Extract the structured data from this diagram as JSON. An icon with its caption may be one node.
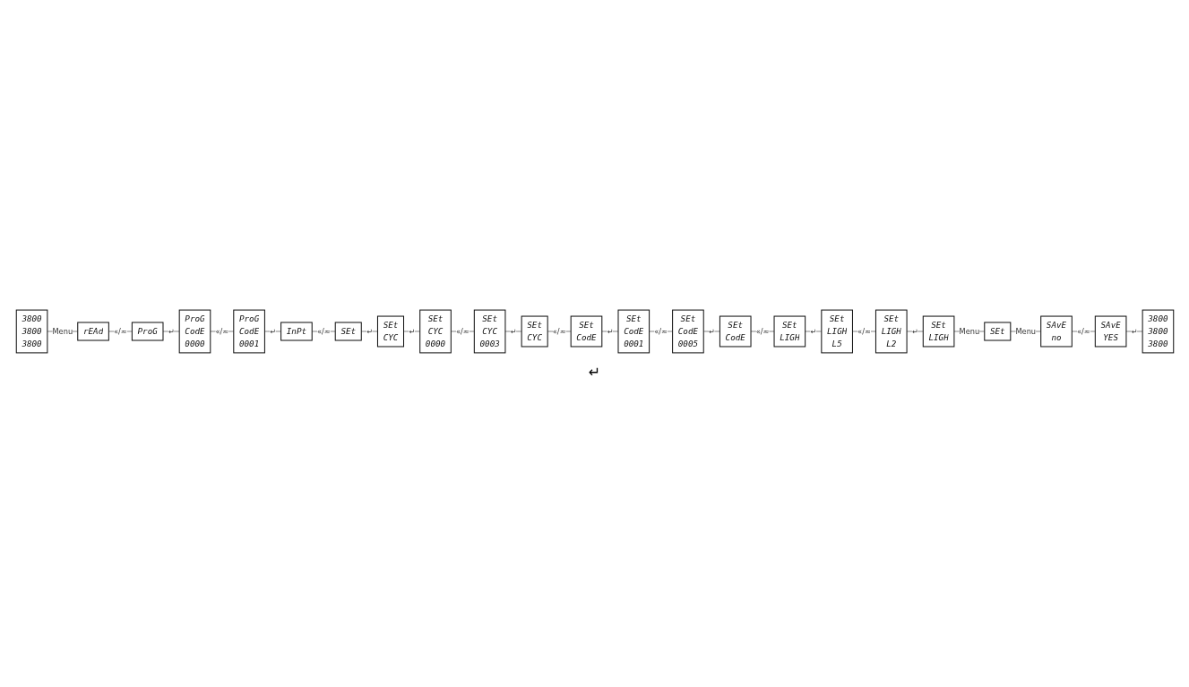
{
  "diagram": {
    "nodes": [
      {
        "text": [
          "3800",
          "3800",
          "3800"
        ]
      },
      {
        "text": [
          "rEAd"
        ]
      },
      {
        "text": [
          "ProG"
        ]
      },
      {
        "text": [
          "ProG",
          "CodE",
          "0000"
        ]
      },
      {
        "text": [
          "ProG",
          "CodE",
          "0001"
        ]
      },
      {
        "text": [
          "InPt"
        ]
      },
      {
        "text": [
          "SEt"
        ]
      },
      {
        "text": [
          "SEt",
          "CYC"
        ]
      },
      {
        "text": [
          "SEt",
          "CYC",
          "0000"
        ]
      },
      {
        "text": [
          "SEt",
          "CYC",
          "0003"
        ]
      },
      {
        "text": [
          "SEt",
          "CYC"
        ]
      },
      {
        "text": [
          "SEt",
          "CodE"
        ]
      },
      {
        "text": [
          "SEt",
          "CodE",
          "0001"
        ]
      },
      {
        "text": [
          "SEt",
          "CodE",
          "0005"
        ]
      },
      {
        "text": [
          "SEt",
          "CodE"
        ]
      },
      {
        "text": [
          "SEt",
          "LIGH"
        ]
      },
      {
        "text": [
          "SEt",
          "LIGH",
          "L5"
        ]
      },
      {
        "text": [
          "SEt",
          "LIGH",
          "L2"
        ]
      },
      {
        "text": [
          "SEt",
          "LIGH"
        ]
      },
      {
        "text": [
          "SEt"
        ]
      },
      {
        "text": [
          "SAvE",
          "no"
        ]
      },
      {
        "text": [
          "SAvE",
          "YES"
        ]
      },
      {
        "text": [
          "3800",
          "3800",
          "3800"
        ]
      }
    ],
    "edges": [
      {
        "from": 0,
        "to": 1,
        "arrow": "none",
        "label": "Menu"
      },
      {
        "from": 1,
        "to": 2,
        "arrow": "none",
        "label": "«/≈"
      },
      {
        "from": 2,
        "to": 3,
        "arrow": "none",
        "label": "↵"
      },
      {
        "from": 3,
        "to": 4,
        "arrow": "none",
        "label": "«/≈"
      },
      {
        "from": 4,
        "to": 5,
        "arrow": "none",
        "label": "↵"
      },
      {
        "from": 5,
        "to": 6,
        "arrow": "none",
        "label": "«/≈"
      },
      {
        "from": 6,
        "to": 7,
        "arrow": "none",
        "label": "↵"
      },
      {
        "from": 7,
        "to": 8,
        "arrow": "none",
        "label": "↵"
      },
      {
        "from": 8,
        "to": 9,
        "arrow": "none",
        "label": "«/≈"
      },
      {
        "from": 9,
        "to": 10,
        "arrow": "none",
        "label": "↵"
      },
      {
        "from": 10,
        "to": 11,
        "arrow": "none",
        "label": "«/≈"
      },
      {
        "from": 11,
        "to": 12,
        "arrow": "none",
        "label": "↵"
      },
      {
        "from": 12,
        "to": 13,
        "arrow": "none",
        "label": "«/≈"
      },
      {
        "from": 13,
        "to": 14,
        "arrow": "none",
        "label": "↵"
      },
      {
        "from": 14,
        "to": 15,
        "arrow": "none",
        "label": "«/≈"
      },
      {
        "from": 15,
        "to": 16,
        "arrow": "none",
        "label": "↵"
      },
      {
        "from": 16,
        "to": 17,
        "arrow": "none",
        "label": "«/≈"
      },
      {
        "from": 17,
        "to": 18,
        "arrow": "none",
        "label": "↵"
      },
      {
        "from": 18,
        "to": 19,
        "arrow": "none",
        "label": "Menu"
      },
      {
        "from": 19,
        "to": 20,
        "arrow": "none",
        "label": "Menu"
      },
      {
        "from": 20,
        "to": 21,
        "arrow": "none",
        "label": "«/≈"
      },
      {
        "from": 21,
        "to": 22,
        "arrow": "none",
        "label": "↵"
      }
    ],
    "labels": [
      "↵"
    ]
  }
}
